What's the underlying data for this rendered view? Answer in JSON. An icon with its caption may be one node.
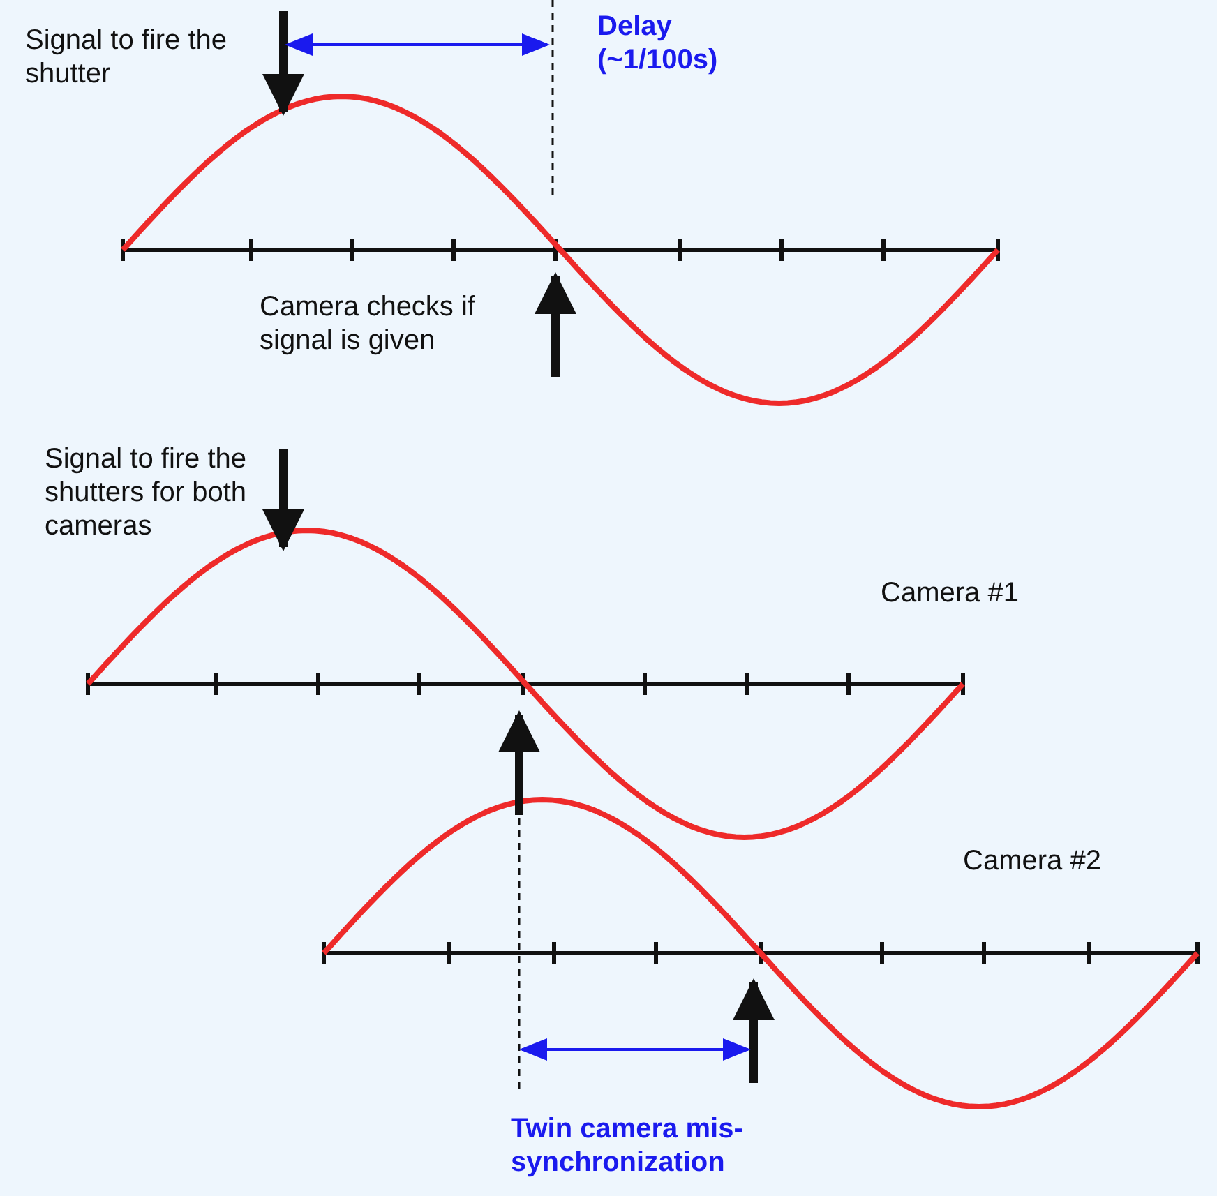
{
  "diagram": {
    "labels": [
      "Signal to fire the shutter",
      "Delay (~1/100s)",
      "Camera checks if signal is given",
      "Signal to fire the shutters for both cameras",
      "Camera #1",
      "Camera #2",
      "Twin camera mis-synchronization"
    ]
  }
}
